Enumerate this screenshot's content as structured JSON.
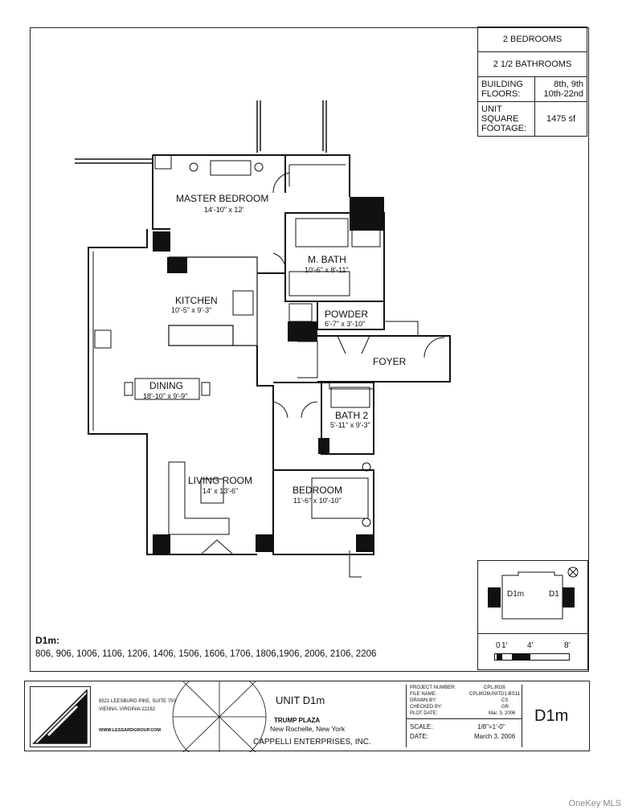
{
  "info": {
    "bedrooms": "2 BEDROOMS",
    "bathrooms": "2 1/2 BATHROOMS",
    "building_floors_label": "BUILDING FLOORS:",
    "building_floors_value": "8th, 9th 10th-22nd",
    "unit_sqft_label": "UNIT SQUARE FOOTAGE:",
    "unit_sqft_value": "1475 sf"
  },
  "rooms": {
    "master_bedroom": {
      "name": "MASTER BEDROOM",
      "dim": "14'-10\" x 12'"
    },
    "m_bath": {
      "name": "M. BATH",
      "dim": "10'-6\" x 8'-11\""
    },
    "kitchen": {
      "name": "KITCHEN",
      "dim": "10'-5\" x 9'-3\""
    },
    "powder": {
      "name": "POWDER",
      "dim": "6'-7\" x 3'-10\""
    },
    "foyer": {
      "name": "FOYER"
    },
    "dining": {
      "name": "DINING",
      "dim": "18'-10\" x 9'-9\""
    },
    "bath2": {
      "name": "BATH 2",
      "dim": "5'-11\" x 9'-3\""
    },
    "living": {
      "name": "LIVING ROOM",
      "dim": "14' x 13'-6\""
    },
    "bedroom": {
      "name": "BEDROOM",
      "dim": "11'-6\" x 10'-10\""
    }
  },
  "key_plan": {
    "left_label": "D1m",
    "right_label": "D1"
  },
  "scale_bar": {
    "labels": [
      "0",
      "1'",
      "4'",
      "8'"
    ]
  },
  "units": {
    "title": "D1m:",
    "list": "806, 906, 1006, 1106, 1206, 1406, 1506, 1606, 1706, 1806,1906, 2006, 2106, 2206"
  },
  "title_block": {
    "address_1": "8521 LEESBURG PIKE, SUITE 700",
    "address_2": "VIENNA, VIRGINIA 22182",
    "website": "WWW.LESSARDGROUP.COM",
    "unit": "UNIT D1m",
    "project": "TRUMP PLAZA",
    "location": "New Rochelle, New York",
    "client": "CAPPELLI ENTERPRISES, INC.",
    "meta": [
      {
        "label": "PROJECT NUMBER:",
        "value": "CPL.8026"
      },
      {
        "label": "FILE NAME:",
        "value": "CPL8026UNITD1-BS11"
      },
      {
        "label": "DRAWN BY:",
        "value": "CS"
      },
      {
        "label": "CHECKED BY:",
        "value": "GR"
      },
      {
        "label": "PLOT DATE:",
        "value": "Mar. 3, 2006"
      }
    ],
    "scale_label": "SCALE:",
    "scale_value": "1/8\"=1'-0\"",
    "date_label": "DATE:",
    "date_value": "March 3, 2006",
    "sheet_id": "D1m"
  },
  "watermark": "OneKey MLS"
}
